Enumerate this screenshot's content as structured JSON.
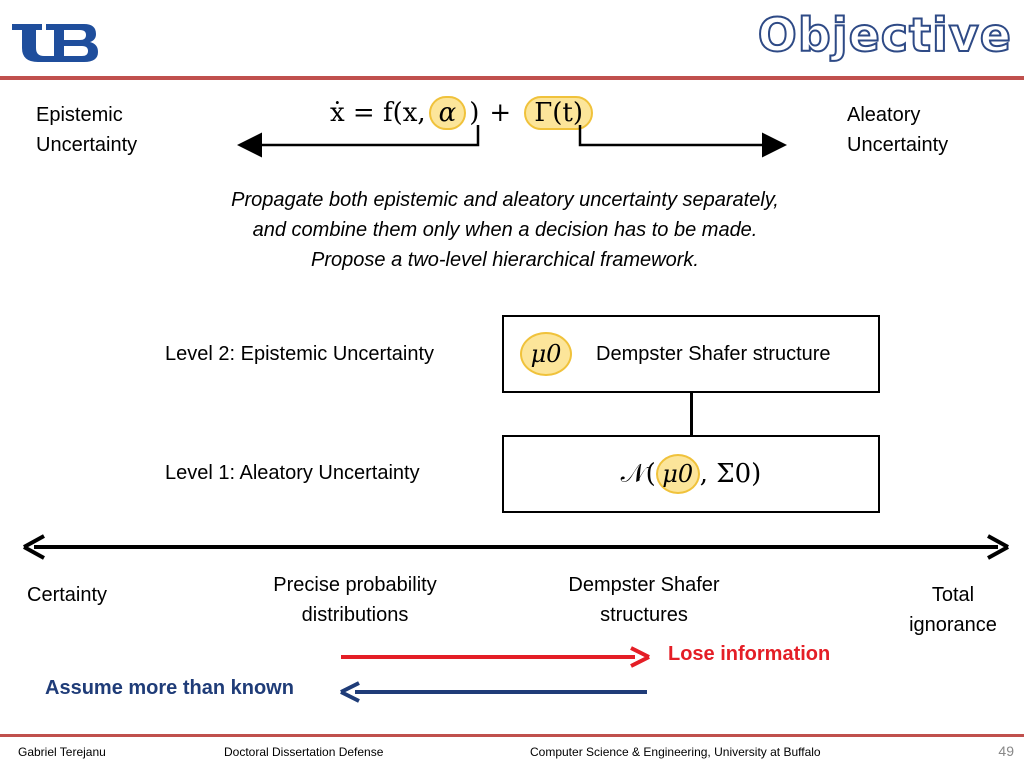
{
  "header": {
    "logo_text": "UB",
    "title": "Objective"
  },
  "equation": {
    "lhs": "ẋ = f(x,",
    "alpha": "α",
    "close_paren": ")",
    "plus": "+",
    "gamma": "Γ(t)",
    "left_label_line1": "Epistemic",
    "left_label_line2": "Uncertainty",
    "right_label_line1": "Aleatory",
    "right_label_line2": "Uncertainty"
  },
  "statement": {
    "line1": "Propagate both epistemic and aleatory uncertainty separately,",
    "line2": "and combine them only when a decision has to be made.",
    "line3": "Propose a two-level hierarchical framework."
  },
  "hierarchy": {
    "level2_label": "Level 2: Epistemic Uncertainty",
    "level2_symbol": "μ0",
    "level2_text": "Dempster Shafer structure",
    "level1_label": "Level 1: Aleatory Uncertainty",
    "level1_prefix": "𝒩(",
    "level1_mu": "μ0",
    "level1_suffix": ", Σ0)"
  },
  "spectrum": {
    "certainty": "Certainty",
    "precise_line1": "Precise probability",
    "precise_line2": "distributions",
    "ds_line1": "Dempster Shafer",
    "ds_line2": "structures",
    "total_line1": "Total",
    "total_line2": "ignorance",
    "lose_information": "Lose information",
    "assume_more": "Assume more than known"
  },
  "colors": {
    "accent_red": "#c0504d",
    "lose_red": "#e41e26",
    "assume_blue": "#1f3c78",
    "highlight": "#fce59a",
    "title_blue": "#2e4a86"
  },
  "footer": {
    "author": "Gabriel Terejanu",
    "event": "Doctoral Dissertation Defense",
    "affiliation": "Computer Science & Engineering, University at Buffalo",
    "page_number": "49"
  }
}
